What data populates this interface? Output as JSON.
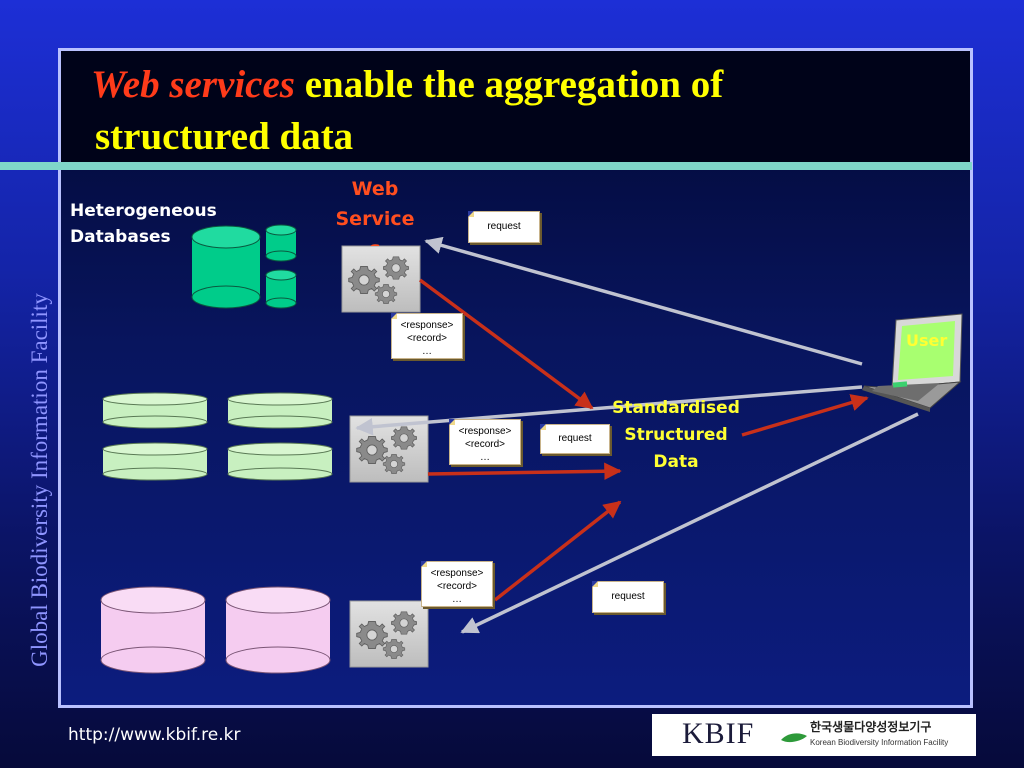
{
  "slide": {
    "title_emphasis": "Web services",
    "title_rest_line1": " enable the aggregation of",
    "title_rest_line2": "structured data",
    "vertical_label": "Global Biodiversity Information Facility",
    "footer_url": "http://www.kbif.re.kr"
  },
  "diagram": {
    "heterogeneous_line1": "Heterogeneous",
    "heterogeneous_line2": "Databases",
    "web_services_line1": "Web",
    "web_services_line2": "Service",
    "web_services_line3": "s",
    "user_label": "User",
    "standardised_line1": "Standardised",
    "standardised_line2": "Structured",
    "standardised_line3": "Data",
    "request_label": "request",
    "response_line1": "<response>",
    "response_line2": "<record>",
    "response_line3": "…"
  },
  "logo": {
    "text": "KBIF",
    "korean": "한국생물다양성정보기구",
    "english": "Korean Biodiversity Information Facility"
  },
  "colors": {
    "title_yellow": "#ffff00",
    "title_red": "#ff3b1a",
    "arrow_red": "#c8301a",
    "arrow_gray": "#c0c3d0",
    "db_green": "#00cc8a",
    "db_light_green": "#c8f0c0",
    "db_pink": "#f5ccf0"
  }
}
